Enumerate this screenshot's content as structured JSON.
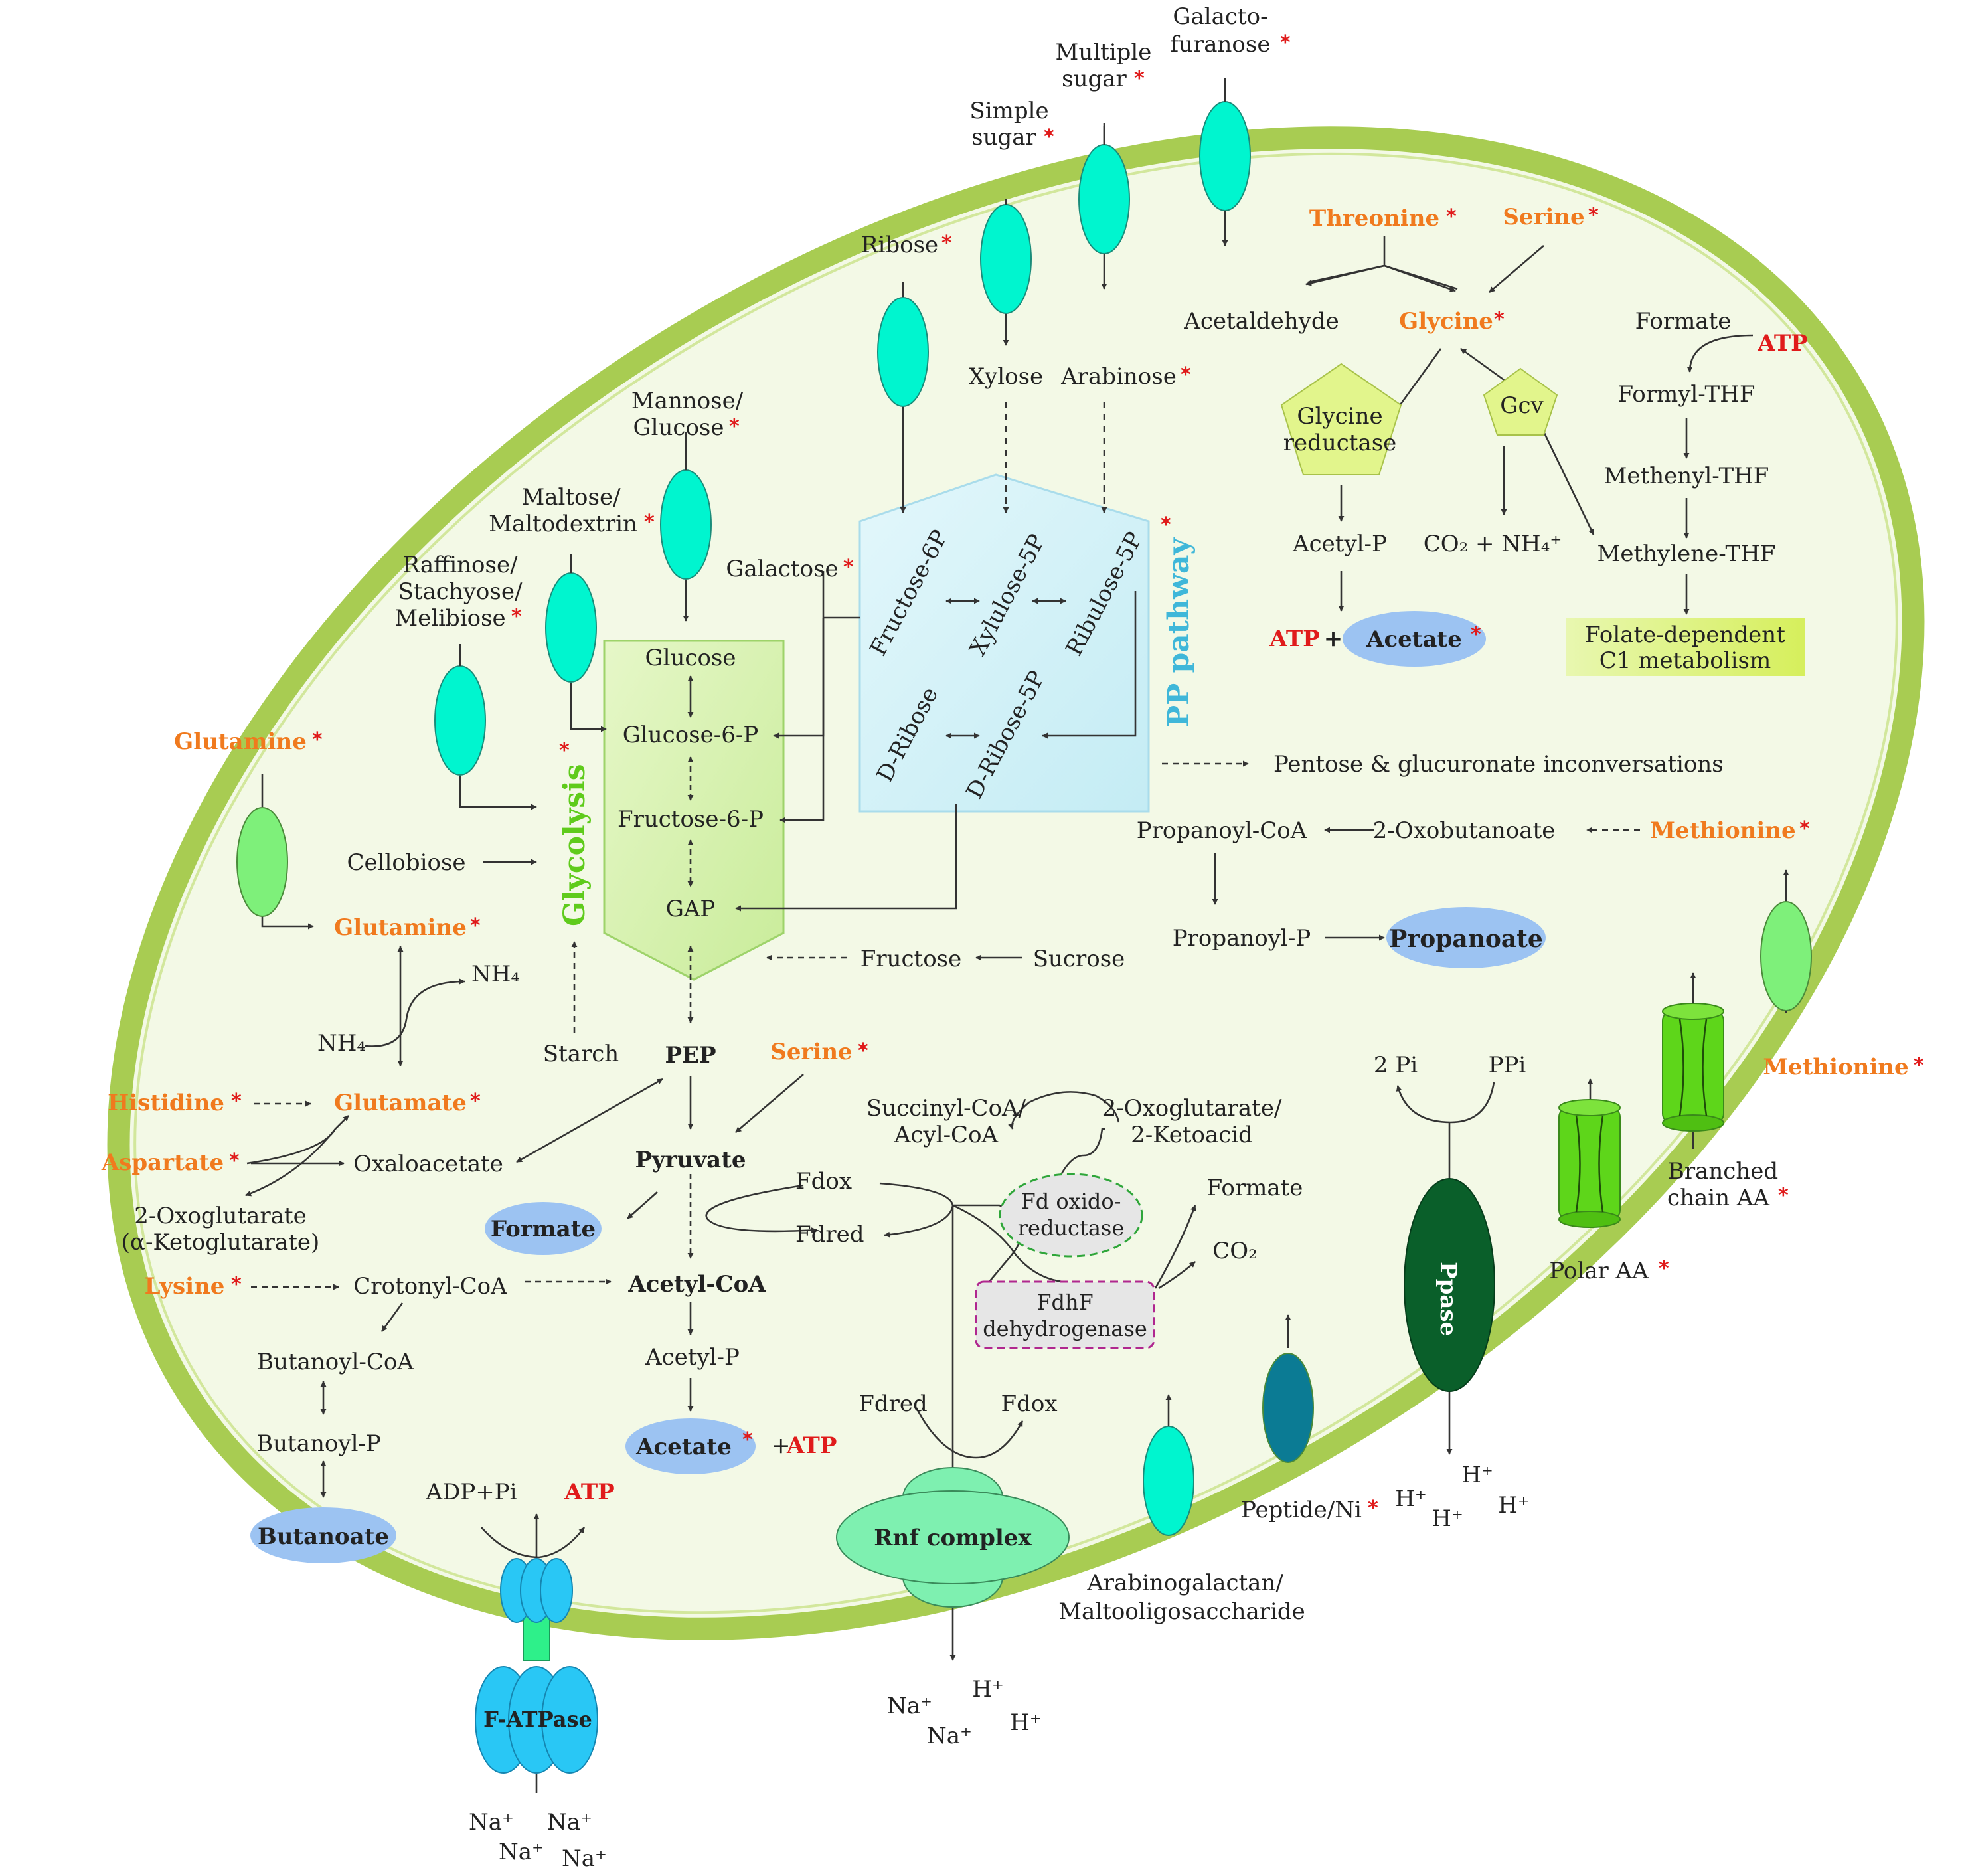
{
  "colors": {
    "membrane": "#a8cc52",
    "cytoplasm": "#f3f9e6",
    "transporter": "#00f5cf",
    "aa_transporter": "#7ef07a",
    "orange": "#f07a1e",
    "red": "#e01b1b",
    "blue_oval": "#9cc3f2",
    "glycolysis": "#5fcb1b",
    "pp_pathway": "#3fb7d9"
  },
  "star": "*",
  "sugars": {
    "galactofuranose": [
      "Galacto-",
      "furanose"
    ],
    "multiple": [
      "Multiple",
      "sugar"
    ],
    "simple": [
      "Simple",
      "sugar"
    ],
    "ribose": "Ribose",
    "mannose": [
      "Mannose/",
      "Glucose"
    ],
    "maltose": [
      "Maltose/",
      "Maltodextrin"
    ],
    "raffinose": [
      "Raffinose/",
      "Stachyose/",
      "Melibiose"
    ],
    "galactose": "Galactose",
    "xylose": "Xylose",
    "arabinose": "Arabinose",
    "cellobiose": "Cellobiose",
    "starch": "Starch",
    "fructose": "Fructose",
    "sucrose": "Sucrose"
  },
  "glycolysis": {
    "title": "Glycolysis",
    "glucose": "Glucose",
    "g6p": "Glucose-6-P",
    "f6p": "Fructose-6-P",
    "gap": "GAP",
    "pep": "PEP",
    "pyruvate": "Pyruvate",
    "acetyl_coa": "Acetyl-CoA",
    "acetyl_p": "Acetyl-P",
    "acetate": "Acetate",
    "atp": "ATP",
    "formate": "Formate",
    "serine": "Serine",
    "plus": "+"
  },
  "pp": {
    "title": "PP pathway",
    "fructose6p": "Fructose-6P",
    "xylulose5p": "Xylulose-5P",
    "ribulose5p": "Ribulose-5P",
    "dribose": "D-Ribose",
    "dribose5p": "D-Ribose-5P",
    "pentose": "Pentose & glucuronate inconversations"
  },
  "glycine": {
    "threonine": "Threonine",
    "serine": "Serine",
    "acetaldehyde": "Acetaldehyde",
    "glycine": "Glycine",
    "reductase": [
      "Glycine",
      "reductase"
    ],
    "gcv": "Gcv",
    "acetyl_p": "Acetyl-P",
    "co2_nh4": "CO₂ + NH₄⁺",
    "atp": "ATP",
    "plus": "+",
    "acetate": "Acetate"
  },
  "folate": {
    "formate": "Formate",
    "atp": "ATP",
    "formyl": "Formyl-THF",
    "methenyl": "Methenyl-THF",
    "methylene": "Methylene-THF",
    "box": [
      "Folate-dependent",
      "C1 metabolism"
    ]
  },
  "propanoate": {
    "propanoyl_coa": "Propanoyl-CoA",
    "oxobutanoate": "2-Oxobutanoate",
    "methionine": "Methionine",
    "propanoyl_p": "Propanoyl-P",
    "propanoate": "Propanoate"
  },
  "amino": {
    "glutamine_out": "Glutamine",
    "glutamine_in": "Glutamine",
    "nh4a": "NH₄",
    "nh4b": "NH₄",
    "histidine": "Histidine",
    "glutamate": "Glutamate",
    "aspartate": "Aspartate",
    "oxaloacetate": "Oxaloacetate",
    "oxoglutarate": [
      "2-Oxoglutarate",
      "(α-Ketoglutarate)"
    ],
    "lysine": "Lysine",
    "crotonyl": "Crotonyl-CoA",
    "butanoyl_coa": "Butanoyl-CoA",
    "butanoyl_p": "Butanoyl-P",
    "butanoate": "Butanoate"
  },
  "energy": {
    "succinyl": [
      "Succinyl-CoA/",
      "Acyl-CoA"
    ],
    "oxoglutarate": [
      "2-Oxoglutarate/",
      "2-Ketoacid"
    ],
    "fd_ox": "Fdox",
    "fd_red": "Fdred",
    "fd_oxido": [
      "Fd oxido-",
      "reductase"
    ],
    "fdhf": [
      "FdhF",
      "dehydrogenase"
    ],
    "formate": "Formate",
    "co2": "CO₂",
    "fd_red2": "Fdred",
    "fd_ox2": "Fdox",
    "rnf": "Rnf complex",
    "na_h": [
      "Na⁺",
      "H⁺",
      "Na⁺",
      "H⁺"
    ]
  },
  "atpase": {
    "name": "F-ATPase",
    "adp": "ADP+Pi",
    "atp": "ATP",
    "na": [
      "Na⁺",
      "Na⁺",
      "Na⁺",
      "Na⁺"
    ]
  },
  "transport": {
    "arabinogalactan": [
      "Arabinogalactan/",
      "Maltooligosaccharide"
    ],
    "peptide": "Peptide/Ni",
    "ppase": "Ppase",
    "two_pi": "2 Pi",
    "ppi": "PPi",
    "protons": [
      "H⁺",
      "H⁺",
      "H⁺",
      "H⁺"
    ],
    "polar": "Polar AA",
    "branched": [
      "Branched",
      "chain AA"
    ],
    "methionine": "Methionine"
  }
}
